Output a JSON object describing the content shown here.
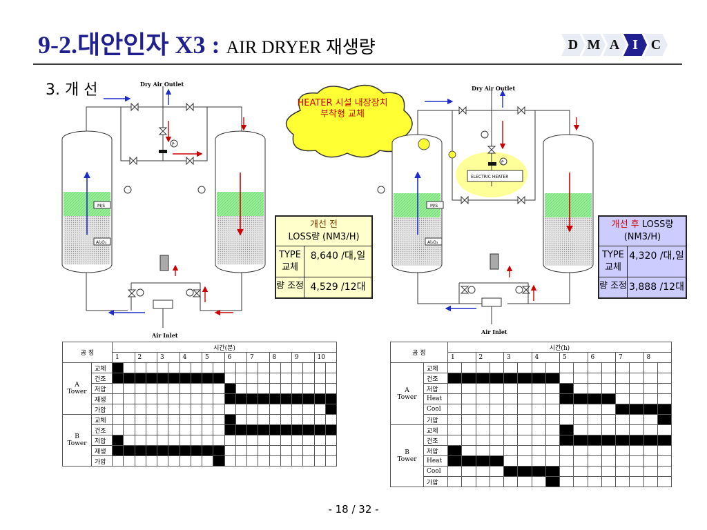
{
  "title": {
    "main": "9-2.대안인자 X3 :",
    "sub": "AIR DRYER 재생량"
  },
  "dmaic": [
    "D",
    "M",
    "A",
    "I",
    "C"
  ],
  "section": "3. 개 선",
  "diagram1": {
    "outlet": "Dry Air Outlet",
    "inlet": "Air Inlet",
    "ms": "M/S",
    "al2o3": "Al₂O₃",
    "p": "P"
  },
  "diagram2": {
    "outlet": "Dry Air Outlet",
    "inlet": "Air Inlet",
    "ms": "M/S",
    "al2o3": "Al₂O₃",
    "heater": "ELECTRIC HEATER",
    "p": "P"
  },
  "callout": "HEATER 시설 내장장치 부착형 교체",
  "before": {
    "title": "개선 전",
    "unit": "LOSS량 (NM3/H)",
    "r1_label": "TYPE 교체",
    "r1_value": "8,640 /대,일",
    "r2_label": "량 조정",
    "r2_value": "4,529 /12대"
  },
  "after": {
    "title_red": "개선 후",
    "title_rest": "LOSS량 (NM3/H)",
    "r1_label": "TYPE 교체",
    "r1_value": "4,320 /대,일",
    "r2_label": "량 조정",
    "r2_value": "3,888 /12대"
  },
  "schedule_before": {
    "h_process": "공 정",
    "h_time": "시간(분)",
    "cols": [
      "1",
      "2",
      "3",
      "4",
      "5",
      "6",
      "7",
      "8",
      "9",
      "10"
    ],
    "groups": [
      {
        "name": "A Tower",
        "rows": [
          {
            "label": "교체",
            "start": 0,
            "end": 0.15
          },
          {
            "label": "건조",
            "start": 0,
            "end": 5
          },
          {
            "label": "저압",
            "start": 5,
            "end": 5.15
          },
          {
            "label": "재생",
            "start": 5,
            "end": 10
          },
          {
            "label": "가압",
            "start": 9.8,
            "end": 10
          }
        ]
      },
      {
        "name": "B Tower",
        "rows": [
          {
            "label": "교체",
            "start": 5,
            "end": 5.15
          },
          {
            "label": "건조",
            "start": 5,
            "end": 10
          },
          {
            "label": "저압",
            "start": 0,
            "end": 0.15
          },
          {
            "label": "재생",
            "start": 0,
            "end": 4.75
          },
          {
            "label": "가압",
            "start": 4.75,
            "end": 4.95
          }
        ]
      }
    ]
  },
  "schedule_after": {
    "h_process": "공 정",
    "h_time": "시간(h)",
    "cols": [
      "1",
      "2",
      "3",
      "4",
      "5",
      "6",
      "7",
      "8"
    ],
    "groups": [
      {
        "name": "A Tower",
        "rows": [
          {
            "label": "교체",
            "start": 0,
            "end": 0
          },
          {
            "label": "건조",
            "start": 0,
            "end": 4
          },
          {
            "label": "저압",
            "start": 4,
            "end": 4.08
          },
          {
            "label": "Heat",
            "start": 4,
            "end": 6
          },
          {
            "label": "Cool",
            "start": 6,
            "end": 8
          },
          {
            "label": "가압",
            "start": 7.92,
            "end": 8
          }
        ]
      },
      {
        "name": "B Tower",
        "rows": [
          {
            "label": "교체",
            "start": 4,
            "end": 4.08
          },
          {
            "label": "건조",
            "start": 4,
            "end": 8
          },
          {
            "label": "저압",
            "start": 0,
            "end": 0.08
          },
          {
            "label": "Heat",
            "start": 0,
            "end": 2
          },
          {
            "label": "Cool",
            "start": 2,
            "end": 4
          },
          {
            "label": "가압",
            "start": 3.92,
            "end": 4
          }
        ]
      }
    ]
  },
  "page_number": "- 18 / 32 -"
}
